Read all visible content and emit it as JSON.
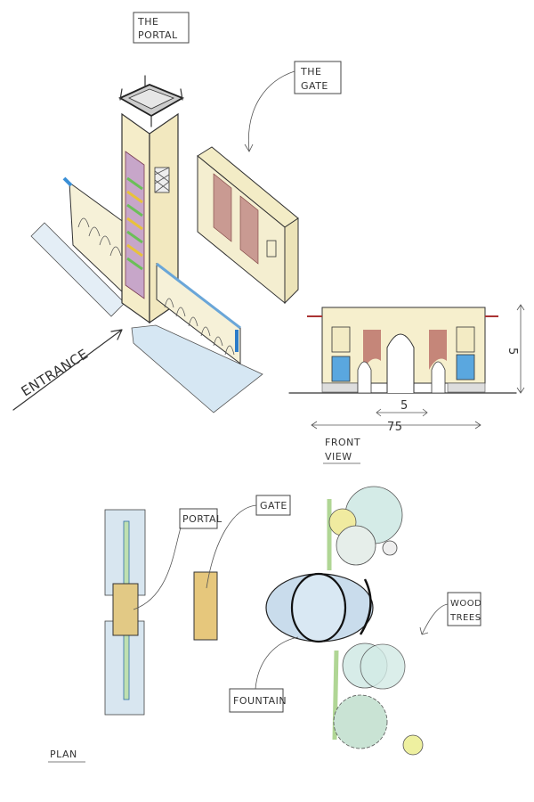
{
  "labels": {
    "portal_title_1": "THE",
    "portal_title_2": "PORTAL",
    "gate_title_1": "THE",
    "gate_title_2": "GATE",
    "entrance": "ENTRANCE",
    "front_view_1": "FRONT",
    "front_view_2": "VIEW",
    "plan": "PLAN",
    "plan_portal": "PORTAL",
    "plan_gate": "GATE",
    "fountain": "FOUNTAIN",
    "wood_trees_1": "WOOD",
    "wood_trees_2": "TREES"
  },
  "dimensions": {
    "arch_width": "5",
    "total_width": "75",
    "height": "5"
  },
  "colors": {
    "stone": "#f3ecc4",
    "water": "#cfe2f0",
    "lattice": "#9b4b45",
    "wood": "#e0c27a",
    "tree": "#cfe8e2",
    "green": "#9ccc7a"
  }
}
